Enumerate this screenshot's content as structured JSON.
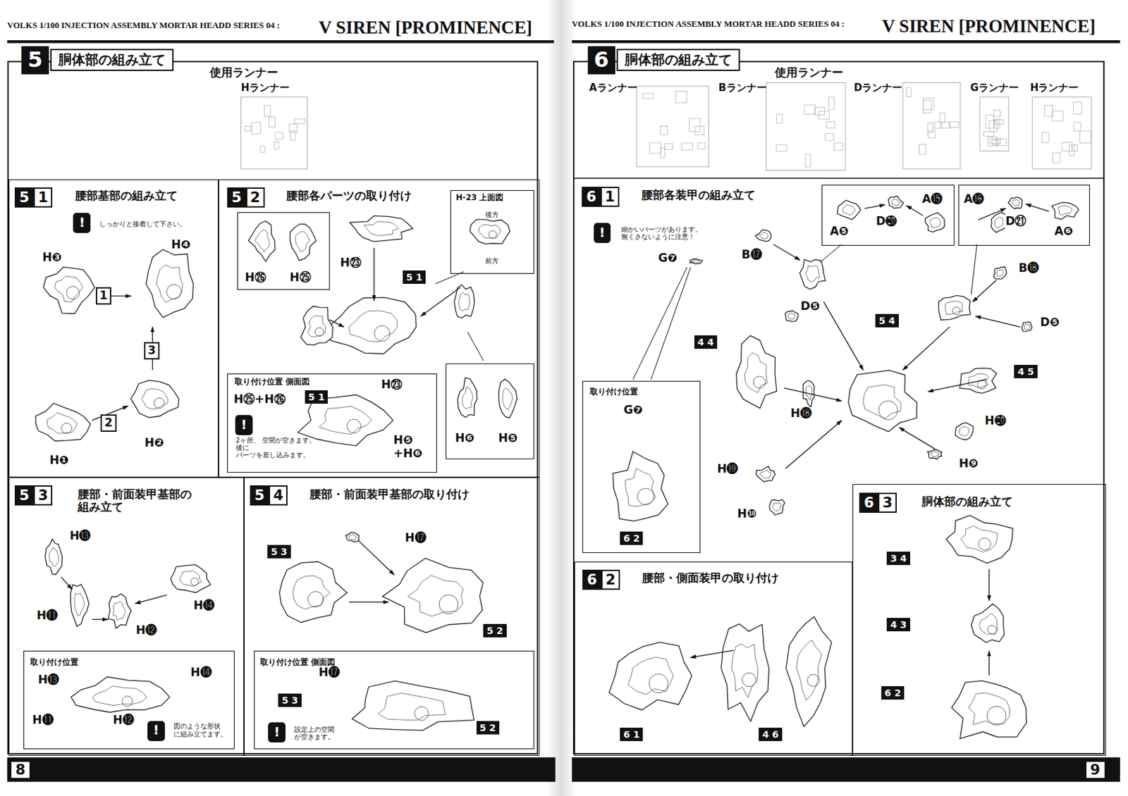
{
  "diagram": {
    "title": "V SIREN [PROMINENCE]",
    "nodes": [
      {
        "text": [
          "5",
          "胴体部の組み立て"
        ]
      },
      {
        "text": [
          "使用ランナー",
          "Hランナー"
        ],
        "in": 0
      },
      {
        "text": [
          "5",
          "1",
          "腰部基部の組み立て",
          "しっかりと接着して下さい。"
        ],
        "in": 0
      },
      {
        "text": [
          "5",
          "2",
          "腰部各パーツの取り付け"
        ],
        "in": 0
      },
      {
        "text": [
          "H㉖",
          "H㉕"
        ],
        "in": 3
      },
      {
        "text": [
          "H-23 上面図",
          "後方",
          "前方"
        ],
        "in": 3
      },
      {
        "text": [
          "取り付け位置 側面図",
          "2ヶ所、 空間が空きます。後に パーツを差し込みます。"
        ],
        "in": 3
      },
      {
        "text": [
          "H❻",
          "H❺"
        ],
        "in": 3
      },
      {
        "text": [
          "5",
          "3",
          "腰部・前面装甲基部の 組み立て"
        ],
        "in": 0
      },
      {
        "text": [
          "取り付け位置",
          "図のような形状 に組み立てます。"
        ],
        "in": 8
      },
      {
        "text": [
          "5",
          "4",
          "腰部・前面装甲基部の取り付け"
        ],
        "in": 0
      },
      {
        "text": [
          "取り付け位置 側面図",
          "設定上の空間 が空きます。"
        ],
        "in": 10
      },
      {
        "text": [
          "6",
          "胴体部の組み立て"
        ]
      },
      {
        "text": [
          "使用ランナー",
          "Aランナー",
          "Bランナー",
          "Dランナー",
          "Gランナー",
          "Hランナー"
        ],
        "in": 12
      },
      {
        "text": [
          "6",
          "1",
          "腰部各装甲の組み立て",
          "細かいパーツがあります。 無くさないように注意！"
        ],
        "in": 12
      },
      {
        "text": [
          "A⓯",
          "A❺",
          "D⓴"
        ],
        "in": 14
      },
      {
        "text": [
          "A⓰",
          "D㉑",
          "A❻"
        ],
        "in": 14
      },
      {
        "text": [
          "取り付け位置"
        ],
        "in": 14
      },
      {
        "text": [
          "6",
          "2",
          "腰部・側面装甲の取り付け"
        ],
        "in": 12
      },
      {
        "text": [
          "6",
          "3",
          "胴体部の組み立て"
        ],
        "in": 12
      }
    ],
    "labels": [
      "VOLKS 1/100 INJECTION ASSEMBLY MORTAR HEADD SERIES 04 :",
      "VOLKS 1/100 INJECTION ASSEMBLY MORTAR HEADD SERIES 04 :",
      "V SIREN [PROMINENCE]",
      "!",
      "H❸",
      "H❹",
      "1",
      "3",
      "2",
      "H❶",
      "H❷",
      "H㉓",
      "5 1",
      "H㉕+H㉖",
      "5 1",
      "H㉓",
      "H❺ +H❻",
      "!",
      "H⓭",
      "H⓫",
      "H⓬",
      "H⓮",
      "H⓭",
      "H⓮",
      "H⓫",
      "H⓬",
      "!",
      "H⓱",
      "5 3",
      "5 2",
      "H⓱",
      "5 3",
      "5 2",
      "!",
      "8",
      "!",
      "G❼",
      "B⓱",
      "D❺",
      "5 4",
      "B⓲",
      "D❺",
      "4 4",
      "H⓲",
      "4 5",
      "H⓴",
      "H❾",
      "H⓳",
      "H❿",
      "G❼",
      "6 2",
      "6 1",
      "4 6",
      "3 4",
      "4 3",
      "6 2",
      "9"
    ]
  }
}
